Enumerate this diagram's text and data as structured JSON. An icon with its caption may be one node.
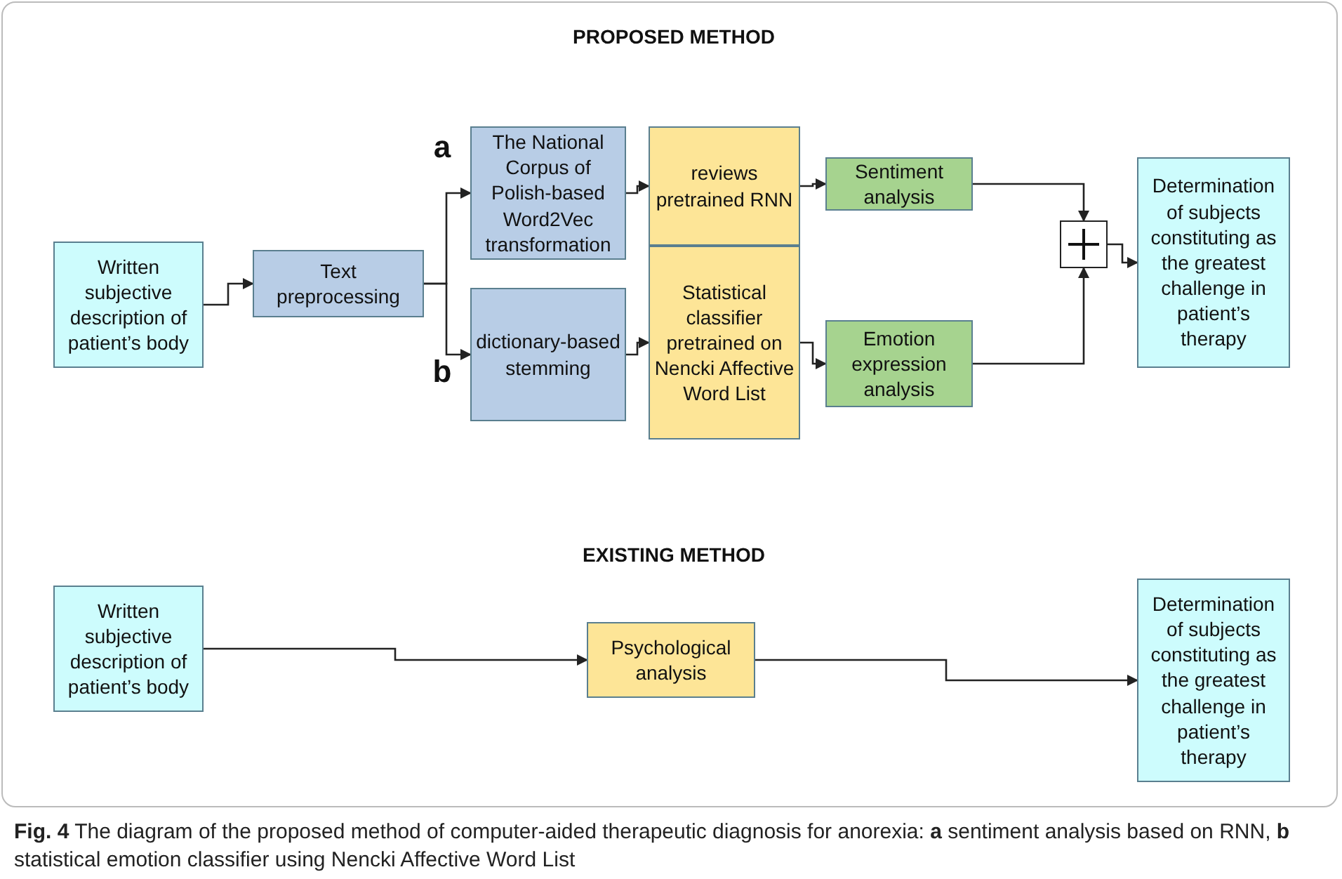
{
  "diagram": {
    "caption": "**Fig. 4** The diagram of the proposed method of computer-aided therapeutic diagnosis for anorexia: **a** sentiment analysis based on RNN, **b** statistical emotion classifier using Nencki Affective Word List",
    "nodes": [
      {
        "text": [
          "Written subjective description of patient’s body"
        ]
      },
      {
        "text": [
          "Text preprocessing"
        ]
      },
      {
        "text": [
          "The National Corpus of Polish-based Word2Vec transformation"
        ]
      },
      {
        "text": [
          "reviews pretrained RNN"
        ]
      },
      {
        "text": [
          "Sentiment analysis"
        ]
      },
      {
        "text": [
          "dictionary-based stemming"
        ]
      },
      {
        "text": [
          "Statistical classifier pretrained on Nencki Affective Word List"
        ]
      },
      {
        "text": [
          "Emotion expression analysis"
        ]
      },
      {
        "text": [],
        "shape": "box"
      },
      {
        "text": [
          "Determination of subjects constituting as the greatest challenge in patient’s therapy"
        ]
      },
      {
        "text": [
          "Written subjective description of patient’s body"
        ]
      },
      {
        "text": [
          "Psychological analysis"
        ]
      },
      {
        "text": [
          "Determination of subjects constituting as the greatest challenge in patient’s therapy"
        ]
      }
    ],
    "edges": [
      {
        "from": 0,
        "to": 1,
        "arrow": "to"
      },
      {
        "from": 1,
        "to": 2,
        "arrow": "to"
      },
      {
        "from": 1,
        "to": 5,
        "arrow": "to"
      },
      {
        "from": 2,
        "to": 3,
        "arrow": "to"
      },
      {
        "from": 3,
        "to": 4,
        "arrow": "to"
      },
      {
        "from": 5,
        "to": 6,
        "arrow": "to"
      },
      {
        "from": 6,
        "to": 7,
        "arrow": "to"
      },
      {
        "from": 4,
        "to": 8,
        "arrow": "to"
      },
      {
        "from": 7,
        "to": 8,
        "arrow": "to"
      },
      {
        "from": 8,
        "to": 9,
        "arrow": "to"
      },
      {
        "from": 10,
        "to": 11,
        "arrow": "to"
      },
      {
        "from": 11,
        "to": 12,
        "arrow": "to"
      }
    ],
    "labels": [
      "PROPOSED METHOD",
      "a",
      "b",
      "EXISTING METHOD"
    ]
  }
}
